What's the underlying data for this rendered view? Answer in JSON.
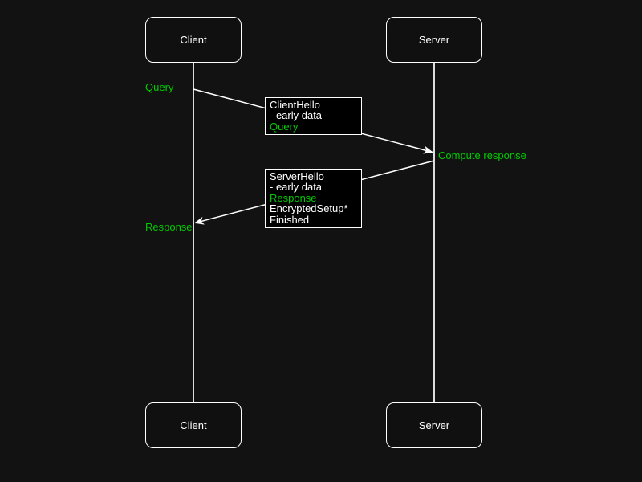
{
  "colors": {
    "background": "#121212",
    "foreground": "#ffffff",
    "highlight": "#00cc00",
    "message_box_fill": "#000000"
  },
  "actors": {
    "client_top": "Client",
    "server_top": "Server",
    "client_bottom": "Client",
    "server_bottom": "Server"
  },
  "annotations": {
    "query": "Query",
    "compute_response": "Compute response",
    "response": "Response"
  },
  "messages": {
    "client_to_server": {
      "direction": "client-to-server",
      "lines": [
        {
          "text": "ClientHello",
          "highlight": false
        },
        {
          "text": "- early data",
          "highlight": false
        },
        {
          "text": "Query",
          "highlight": true
        }
      ]
    },
    "server_to_client": {
      "direction": "server-to-client",
      "lines": [
        {
          "text": "ServerHello",
          "highlight": false
        },
        {
          "text": "- early data",
          "highlight": false
        },
        {
          "text": "Response",
          "highlight": true
        },
        {
          "text": "EncryptedSetup*",
          "highlight": false
        },
        {
          "text": "Finished",
          "highlight": false
        }
      ]
    }
  }
}
